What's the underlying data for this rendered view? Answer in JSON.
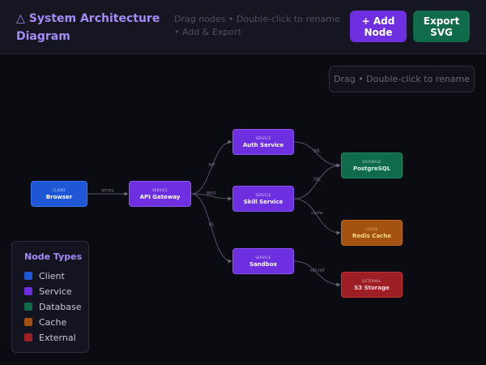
{
  "header": {
    "title": "System Architecture Diagram",
    "title_icon": "triangle-icon",
    "hint": "Drag nodes • Double-click to rename • Add & Export",
    "add_node_label": "+ Add Node",
    "export_label": "Export SVG"
  },
  "canvas": {
    "tip": "Drag • Double-click to rename"
  },
  "colors": {
    "client": "#1f56d6",
    "service": "#6d2fe0",
    "database": "#0f6b49",
    "cache": "#a3520f",
    "external": "#9d1f25"
  },
  "nodes": [
    {
      "id": "browser",
      "type": "CLIENT",
      "label": "Browser"
    },
    {
      "id": "gateway",
      "type": "SERVICE",
      "label": "API Gateway"
    },
    {
      "id": "auth",
      "type": "SERVICE",
      "label": "Auth Service"
    },
    {
      "id": "skill",
      "type": "SERVICE",
      "label": "Skill Service"
    },
    {
      "id": "sandbox",
      "type": "SERVICE",
      "label": "Sandbox"
    },
    {
      "id": "postgres",
      "type": "DATABASE",
      "label": "PostgreSQL"
    },
    {
      "id": "redis",
      "type": "CACHE",
      "label": "Redis Cache"
    },
    {
      "id": "s3",
      "type": "EXTERNAL",
      "label": "S3 Storage"
    }
  ],
  "edges": [
    {
      "from": "browser",
      "to": "gateway",
      "label": "HTTPS"
    },
    {
      "from": "gateway",
      "to": "auth",
      "label": "JWT"
    },
    {
      "from": "gateway",
      "to": "skill",
      "label": "REST"
    },
    {
      "from": "gateway",
      "to": "sandbox",
      "label": "WS"
    },
    {
      "from": "auth",
      "to": "postgres",
      "label": "SQL"
    },
    {
      "from": "skill",
      "to": "postgres",
      "label": "SQL"
    },
    {
      "from": "skill",
      "to": "redis",
      "label": "cache"
    },
    {
      "from": "sandbox",
      "to": "s3",
      "label": "upload"
    }
  ],
  "legend": {
    "title": "Node Types",
    "items": [
      {
        "label": "Client",
        "color": "#1f56d6"
      },
      {
        "label": "Service",
        "color": "#6d2fe0"
      },
      {
        "label": "Database",
        "color": "#0f6b49"
      },
      {
        "label": "Cache",
        "color": "#a3520f"
      },
      {
        "label": "External",
        "color": "#9d1f25"
      }
    ]
  }
}
